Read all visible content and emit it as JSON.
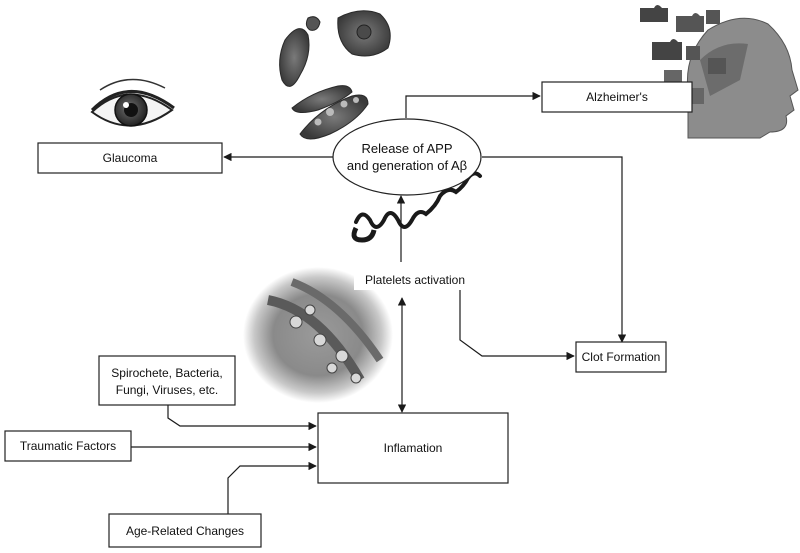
{
  "nodes": {
    "release": {
      "line1": "Release of APP",
      "line2": "and generation of Aβ"
    },
    "alzheimers": "Alzheimer's",
    "glaucoma": "Glaucoma",
    "platelets": "Platelets activation",
    "clot": "Clot Formation",
    "pathogens": {
      "line1": "Spirochete, Bacteria,",
      "line2": "Fungi, Viruses, etc."
    },
    "traumatic": "Traumatic Factors",
    "inflammation": "Inflamation",
    "age": "Age-Related Changes"
  },
  "illustrations": [
    "amyloid-cells-micrograph",
    "eye-illustration",
    "head-with-puzzle-pieces",
    "protein-helix",
    "blood-vessel-micrograph"
  ]
}
